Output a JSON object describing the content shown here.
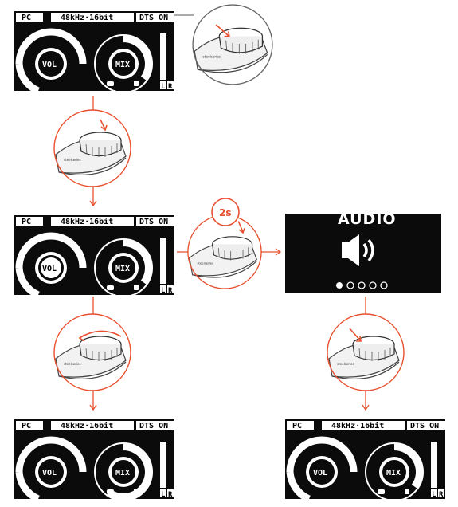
{
  "status_bar": {
    "source": "PC",
    "format": "48kHz·16bit",
    "dts": "DTS ON"
  },
  "dials": {
    "volume_label": "VOL",
    "mix_label": "MIX",
    "left_channel": "L",
    "right_channel": "R"
  },
  "menu_screen": {
    "title": "AUDIO",
    "page_count": 5,
    "active_page": 1
  },
  "hold_badge": "2s",
  "colors": {
    "accent": "#e8502f",
    "screen_bg": "#0b0b0b",
    "screen_fg": "#ffffff"
  },
  "states": [
    {
      "mix_level": 0.35
    },
    {
      "mix_level": 0.35
    },
    {
      "mix_level": 0.6
    },
    {
      "mix_level": 0.35
    }
  ]
}
